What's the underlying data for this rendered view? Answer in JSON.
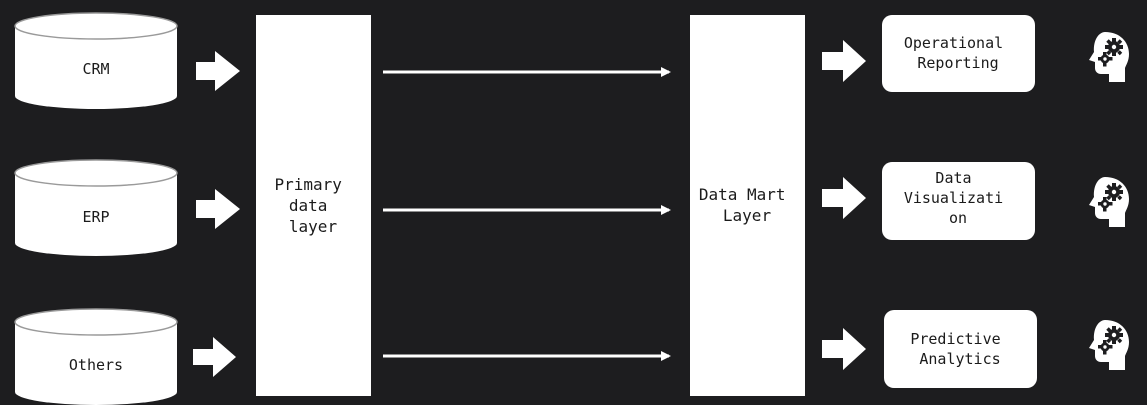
{
  "colors": {
    "background": "#1d1d1f",
    "shape_fill": "#ffffff",
    "text": "#1b1b1b"
  },
  "sources": [
    {
      "label": "CRM",
      "icon": "database-cylinder-icon"
    },
    {
      "label": "ERP",
      "icon": "database-cylinder-icon"
    },
    {
      "label": "Others",
      "icon": "database-cylinder-icon"
    }
  ],
  "primary_layer": {
    "lines": [
      "Primary",
      "data",
      "layer"
    ]
  },
  "data_mart_layer": {
    "lines": [
      "Data Mart",
      "Layer"
    ]
  },
  "outputs": [
    {
      "lines": [
        "Operational",
        "Reporting"
      ],
      "icon": "head-gears-icon"
    },
    {
      "lines": [
        "Data",
        "Visualizati",
        "on"
      ],
      "icon": "head-gears-icon"
    },
    {
      "lines": [
        "Predictive",
        "Analytics"
      ],
      "icon": "head-gears-icon"
    }
  ]
}
